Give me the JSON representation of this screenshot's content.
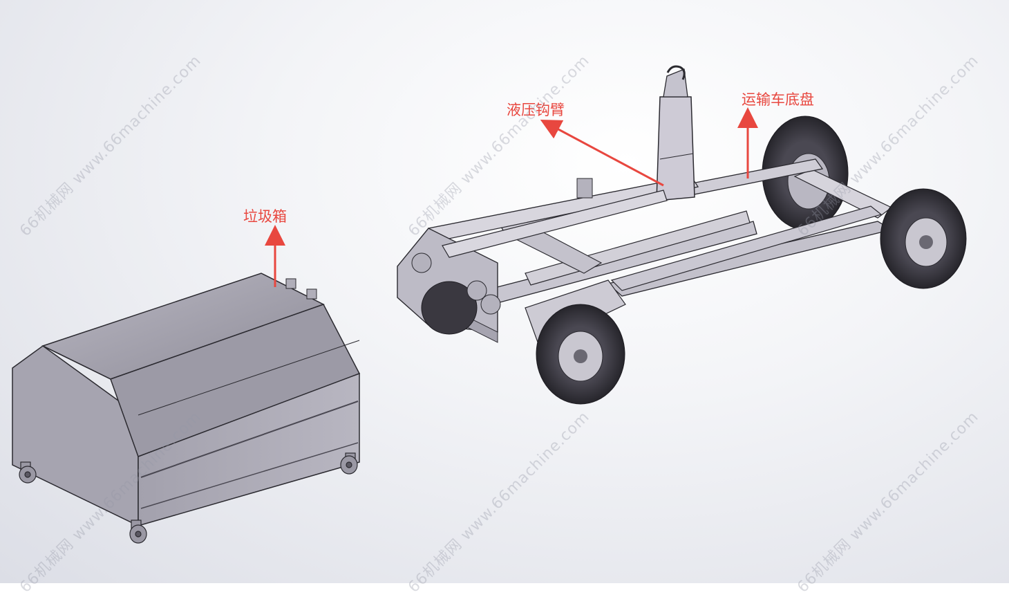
{
  "labels": {
    "bin": "垃圾箱",
    "hook_arm": "液压钩臂",
    "chassis": "运输车底盘"
  },
  "watermark": "66机械网 www.66machine.com",
  "colors": {
    "annotation": "#e8473f",
    "metal_light": "#cfcdd6",
    "metal_dark": "#8d8b97",
    "tire": "#3a3840"
  }
}
